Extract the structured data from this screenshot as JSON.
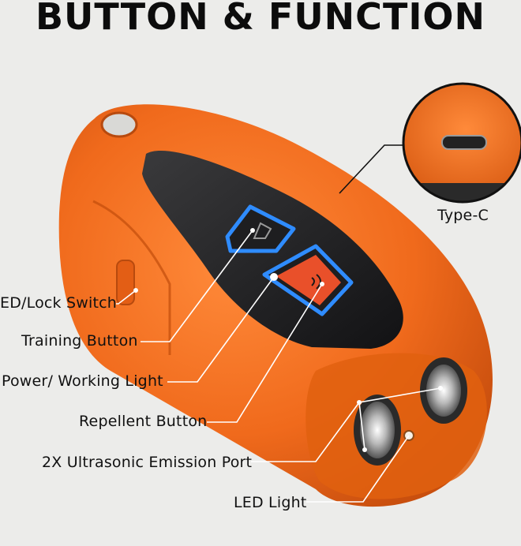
{
  "title": "BUTTON & FUNCTION",
  "labels": {
    "type_c": "Type-C",
    "led_lock_switch": "ED/Lock Switch",
    "training_button": "Training Button",
    "power_working_light": "Power/ Working Light",
    "repellent_button": "Repellent Button",
    "ultrasonic_port": "2X Ultrasonic Emission Port",
    "led_light": "LED Light"
  },
  "colors": {
    "body_orange": "#f06a1c",
    "accent_blue": "#2f8cff",
    "button_red": "#e9502a",
    "panel_black": "#1c1c1e"
  }
}
